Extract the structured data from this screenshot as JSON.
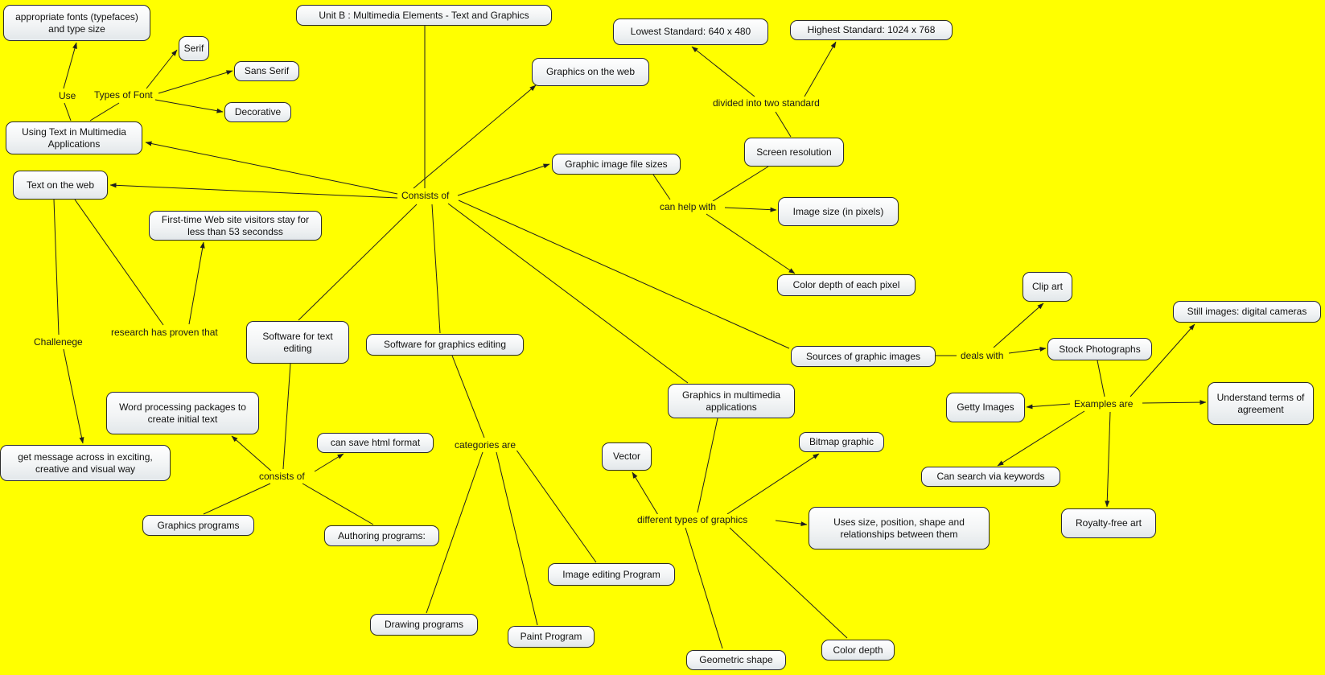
{
  "title": "Unit B : Multimedia Elements - Text and Graphics",
  "colors": {
    "background": "#FFFF00",
    "node_border": "#2b2b2b",
    "node_fill": "#ffffff",
    "line": "#1f1f1f"
  },
  "nodes": {
    "unit_b": "Unit B : Multimedia Elements - Text and Graphics",
    "appropriate_fonts": "appropriate fonts (typefaces) and type size",
    "serif": "Serif",
    "sans_serif": "Sans Serif",
    "decorative": "Decorative",
    "lowest_standard": "Lowest Standard: 640 x 480",
    "highest_standard": "Highest Standard: 1024 x 768",
    "graphics_on_web": "Graphics on the web",
    "using_text": "Using Text in Multimedia Applications",
    "screen_resolution": "Screen resolution",
    "graphic_file_sizes": "Graphic image file sizes",
    "text_on_web": "Text on the web",
    "image_size": "Image size (in pixels)",
    "first_time": "First-time Web site visitors stay for less than 53 secondss",
    "color_depth_pixel": "Color depth of each pixel",
    "clip_art": "Clip art",
    "still_images": "Still images: digital cameras",
    "software_text": "Software for text editing",
    "software_graphics": "Software for graphics editing",
    "sources_images": "Sources of graphic images",
    "stock_photos": "Stock Photographs",
    "graphics_multimedia": "Graphics in multimedia applications",
    "getty": "Getty Images",
    "understand_terms": "Understand terms of agreement",
    "word_processing": "Word processing packages to create initial text",
    "save_html": "can save html format",
    "vector": "Vector",
    "bitmap": "Bitmap graphic",
    "get_message": "get message across in exciting, creative and visual way",
    "keywords": "Can search via keywords",
    "royalty_free": "Royalty-free art",
    "graphics_programs": "Graphics programs",
    "authoring_programs": "Authoring programs:",
    "uses_size": "Uses size, position, shape and relationships between them",
    "image_editing": "Image editing Program",
    "drawing_programs": "Drawing programs",
    "paint_program": "Paint Program",
    "geometric_shape": "Geometric shape",
    "color_depth": "Color depth"
  },
  "link_labels": {
    "use": "Use",
    "types_of_font": "Types of Font",
    "divided": "divided into two standard",
    "consists_of_main": "Consists of",
    "can_help": "can help with",
    "research": "research has proven that",
    "challenege": "Challenege",
    "deals_with": "deals with",
    "examples_are": "Examples are",
    "consists_of_sw": "consists of",
    "categories_are": "categories are",
    "diff_types": "different types of  graphics"
  }
}
